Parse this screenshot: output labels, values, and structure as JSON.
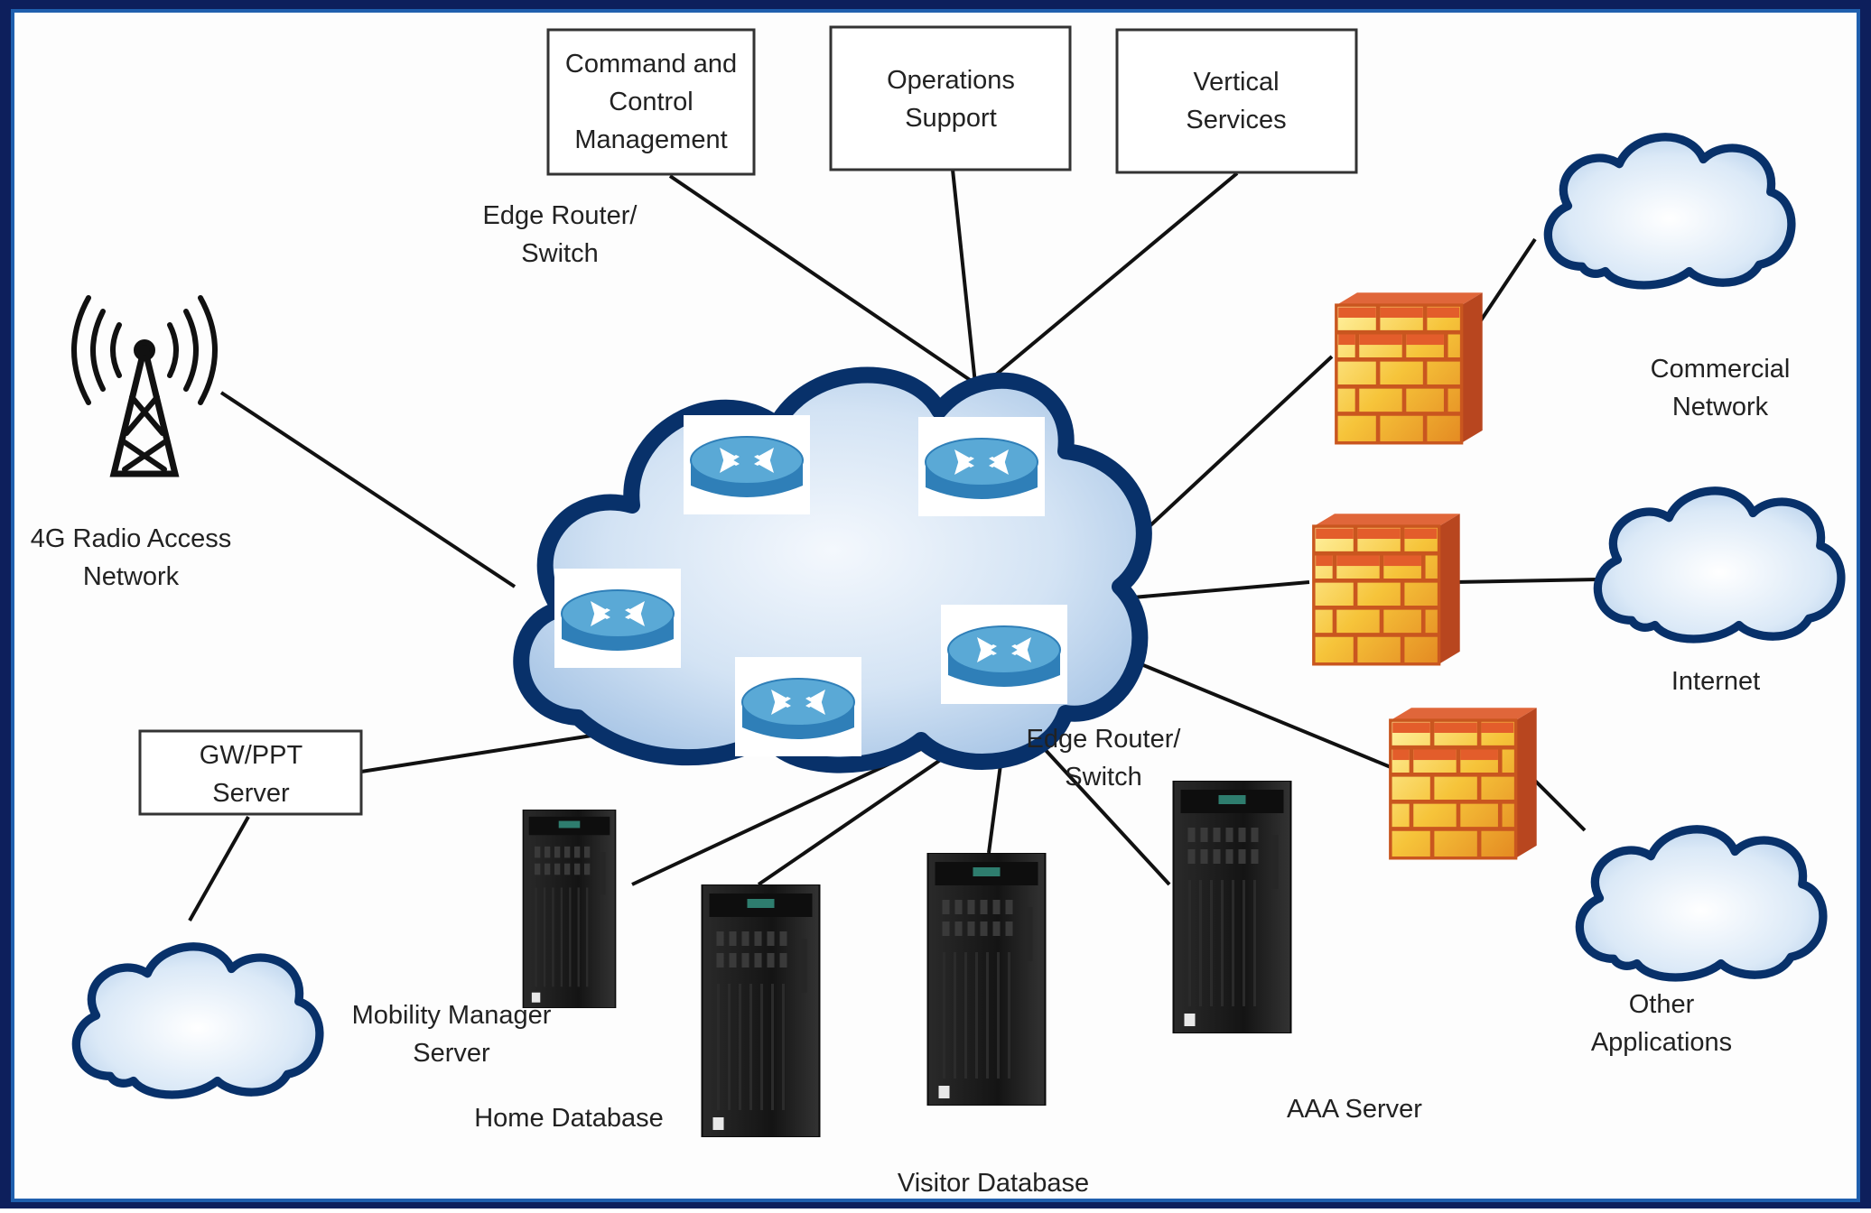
{
  "colors": {
    "frame": "#0d1f5c",
    "background": "#fdfdfd",
    "cloud_outline": "#08316a",
    "cloud_fill_light": "#e8f1fb",
    "cloud_fill_mid": "#bcd4ee",
    "router_top": "#5aa9d6",
    "router_side": "#2f7fb8",
    "brick": "#d9532a",
    "brick_light": "#f6c43a",
    "server_body": "#1c1c1c",
    "link": "#111111"
  },
  "boxes": {
    "command_control": [
      "Command and",
      "Control",
      "Management"
    ],
    "operations_support": [
      "Operations",
      "Support"
    ],
    "vertical_services": [
      "Vertical",
      "Services"
    ],
    "gw_ppt_server": [
      "GW/PPT",
      "Server"
    ]
  },
  "labels": {
    "edge_router_top": [
      "Edge Router/",
      "Switch"
    ],
    "edge_router_bottom": [
      "Edge Router/",
      "Switch"
    ],
    "radio_access": [
      "4G Radio Access",
      "Network"
    ],
    "commercial_network": [
      "Commercial",
      "Network"
    ],
    "internet": [
      "Internet"
    ],
    "other_applications": [
      "Other",
      "Applications"
    ],
    "mobility_manager": [
      "Mobility  Manager",
      "Server"
    ],
    "home_database": [
      "Home Database"
    ],
    "visitor_database": [
      "Visitor Database"
    ],
    "aaa_server": [
      "AAA Server"
    ]
  },
  "icons": {
    "tower": "radio-tower-icon",
    "router": "router-icon",
    "firewall": "firewall-icon",
    "server": "tower-server-icon",
    "cloud": "cloud-icon"
  }
}
